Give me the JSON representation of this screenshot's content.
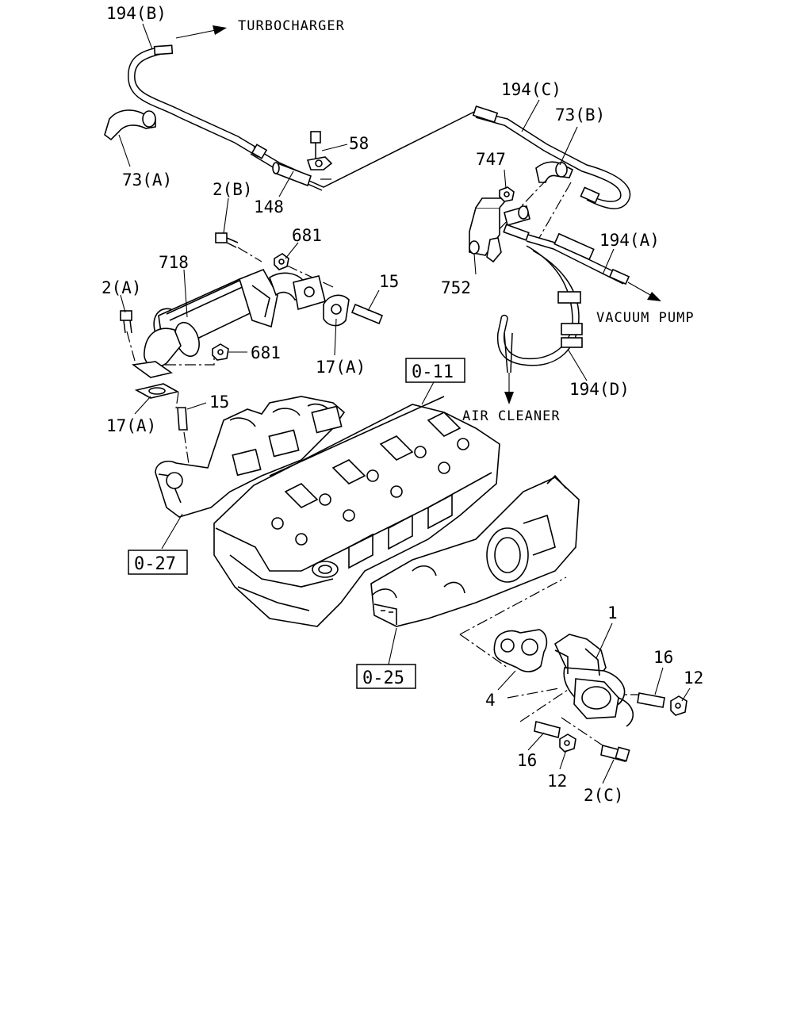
{
  "destinations": {
    "turbocharger": "TURBOCHARGER",
    "vacuum_pump": "VACUUM PUMP",
    "air_cleaner": "AIR CLEANER"
  },
  "references": {
    "ref_0_11": "0-11",
    "ref_0_27": "0-27",
    "ref_0_25": "0-25"
  },
  "callouts": {
    "hose_194b": "194(B)",
    "hose_194c": "194(C)",
    "hose_194a": "194(A)",
    "hose_194d": "194(D)",
    "clip_73a": "73(A)",
    "clip_73b": "73(B)",
    "bolt_58": "58",
    "pipe_148": "148",
    "nut_747": "747",
    "valve_752": "752",
    "bolt_2b": "2(B)",
    "nut_681_top": "681",
    "cooler_718": "718",
    "bolt_2a": "2(A)",
    "stud_15_right": "15",
    "nut_681_low": "681",
    "gasket_17a_right": "17(A)",
    "gasket_17a_left": "17(A)",
    "stud_15_left": "15",
    "egr_valve_1": "1",
    "gasket_4": "4",
    "stud_16_right": "16",
    "nut_12_right": "12",
    "stud_16_left": "16",
    "nut_12_left": "12",
    "bolt_2c": "2(C)"
  }
}
